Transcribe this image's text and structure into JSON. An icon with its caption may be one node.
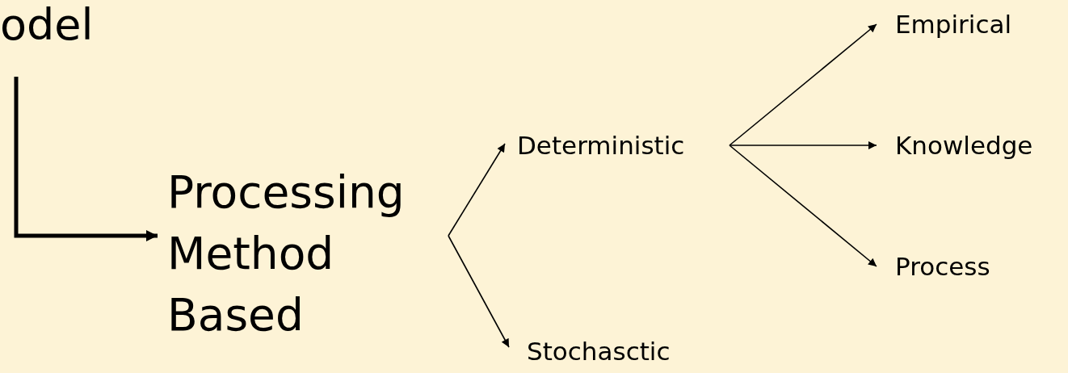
{
  "diagram": {
    "nodes": [
      {
        "text": [
          "odel"
        ]
      },
      {
        "text": [
          "Processing Method Based"
        ]
      },
      {
        "text": [
          "Deterministic"
        ]
      },
      {
        "text": [
          "Stochasctic"
        ]
      },
      {
        "text": [
          "Empirical"
        ]
      },
      {
        "text": [
          "Knowledge"
        ]
      },
      {
        "text": [
          "Process"
        ]
      }
    ],
    "edges": [
      {
        "from": 0,
        "to": 1,
        "arrow": "to",
        "style": "thick"
      },
      {
        "from": 1,
        "to": 2,
        "arrow": "to"
      },
      {
        "from": 1,
        "to": 3,
        "arrow": "to"
      },
      {
        "from": 2,
        "to": 4,
        "arrow": "to"
      },
      {
        "from": 2,
        "to": 5,
        "arrow": "to"
      },
      {
        "from": 2,
        "to": 6,
        "arrow": "to"
      }
    ]
  }
}
